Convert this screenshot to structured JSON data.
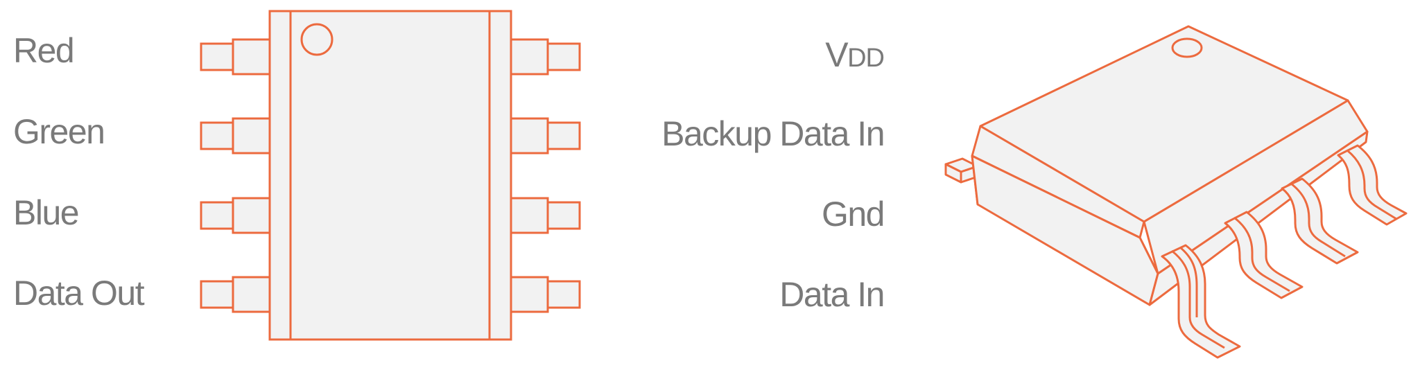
{
  "colors": {
    "outline": "#ec6a3e",
    "body_fill": "#f2f2f2",
    "label_text": "#7a7a7a",
    "background": "#ffffff"
  },
  "pins_left": {
    "pin1": "Red",
    "pin2": "Green",
    "pin3": "Blue",
    "pin4": "Data Out"
  },
  "pins_right": {
    "pin8_main": "V",
    "pin8_sub": "DD",
    "pin7": "Backup Data In",
    "pin6": "Gnd",
    "pin5": "Data In"
  }
}
